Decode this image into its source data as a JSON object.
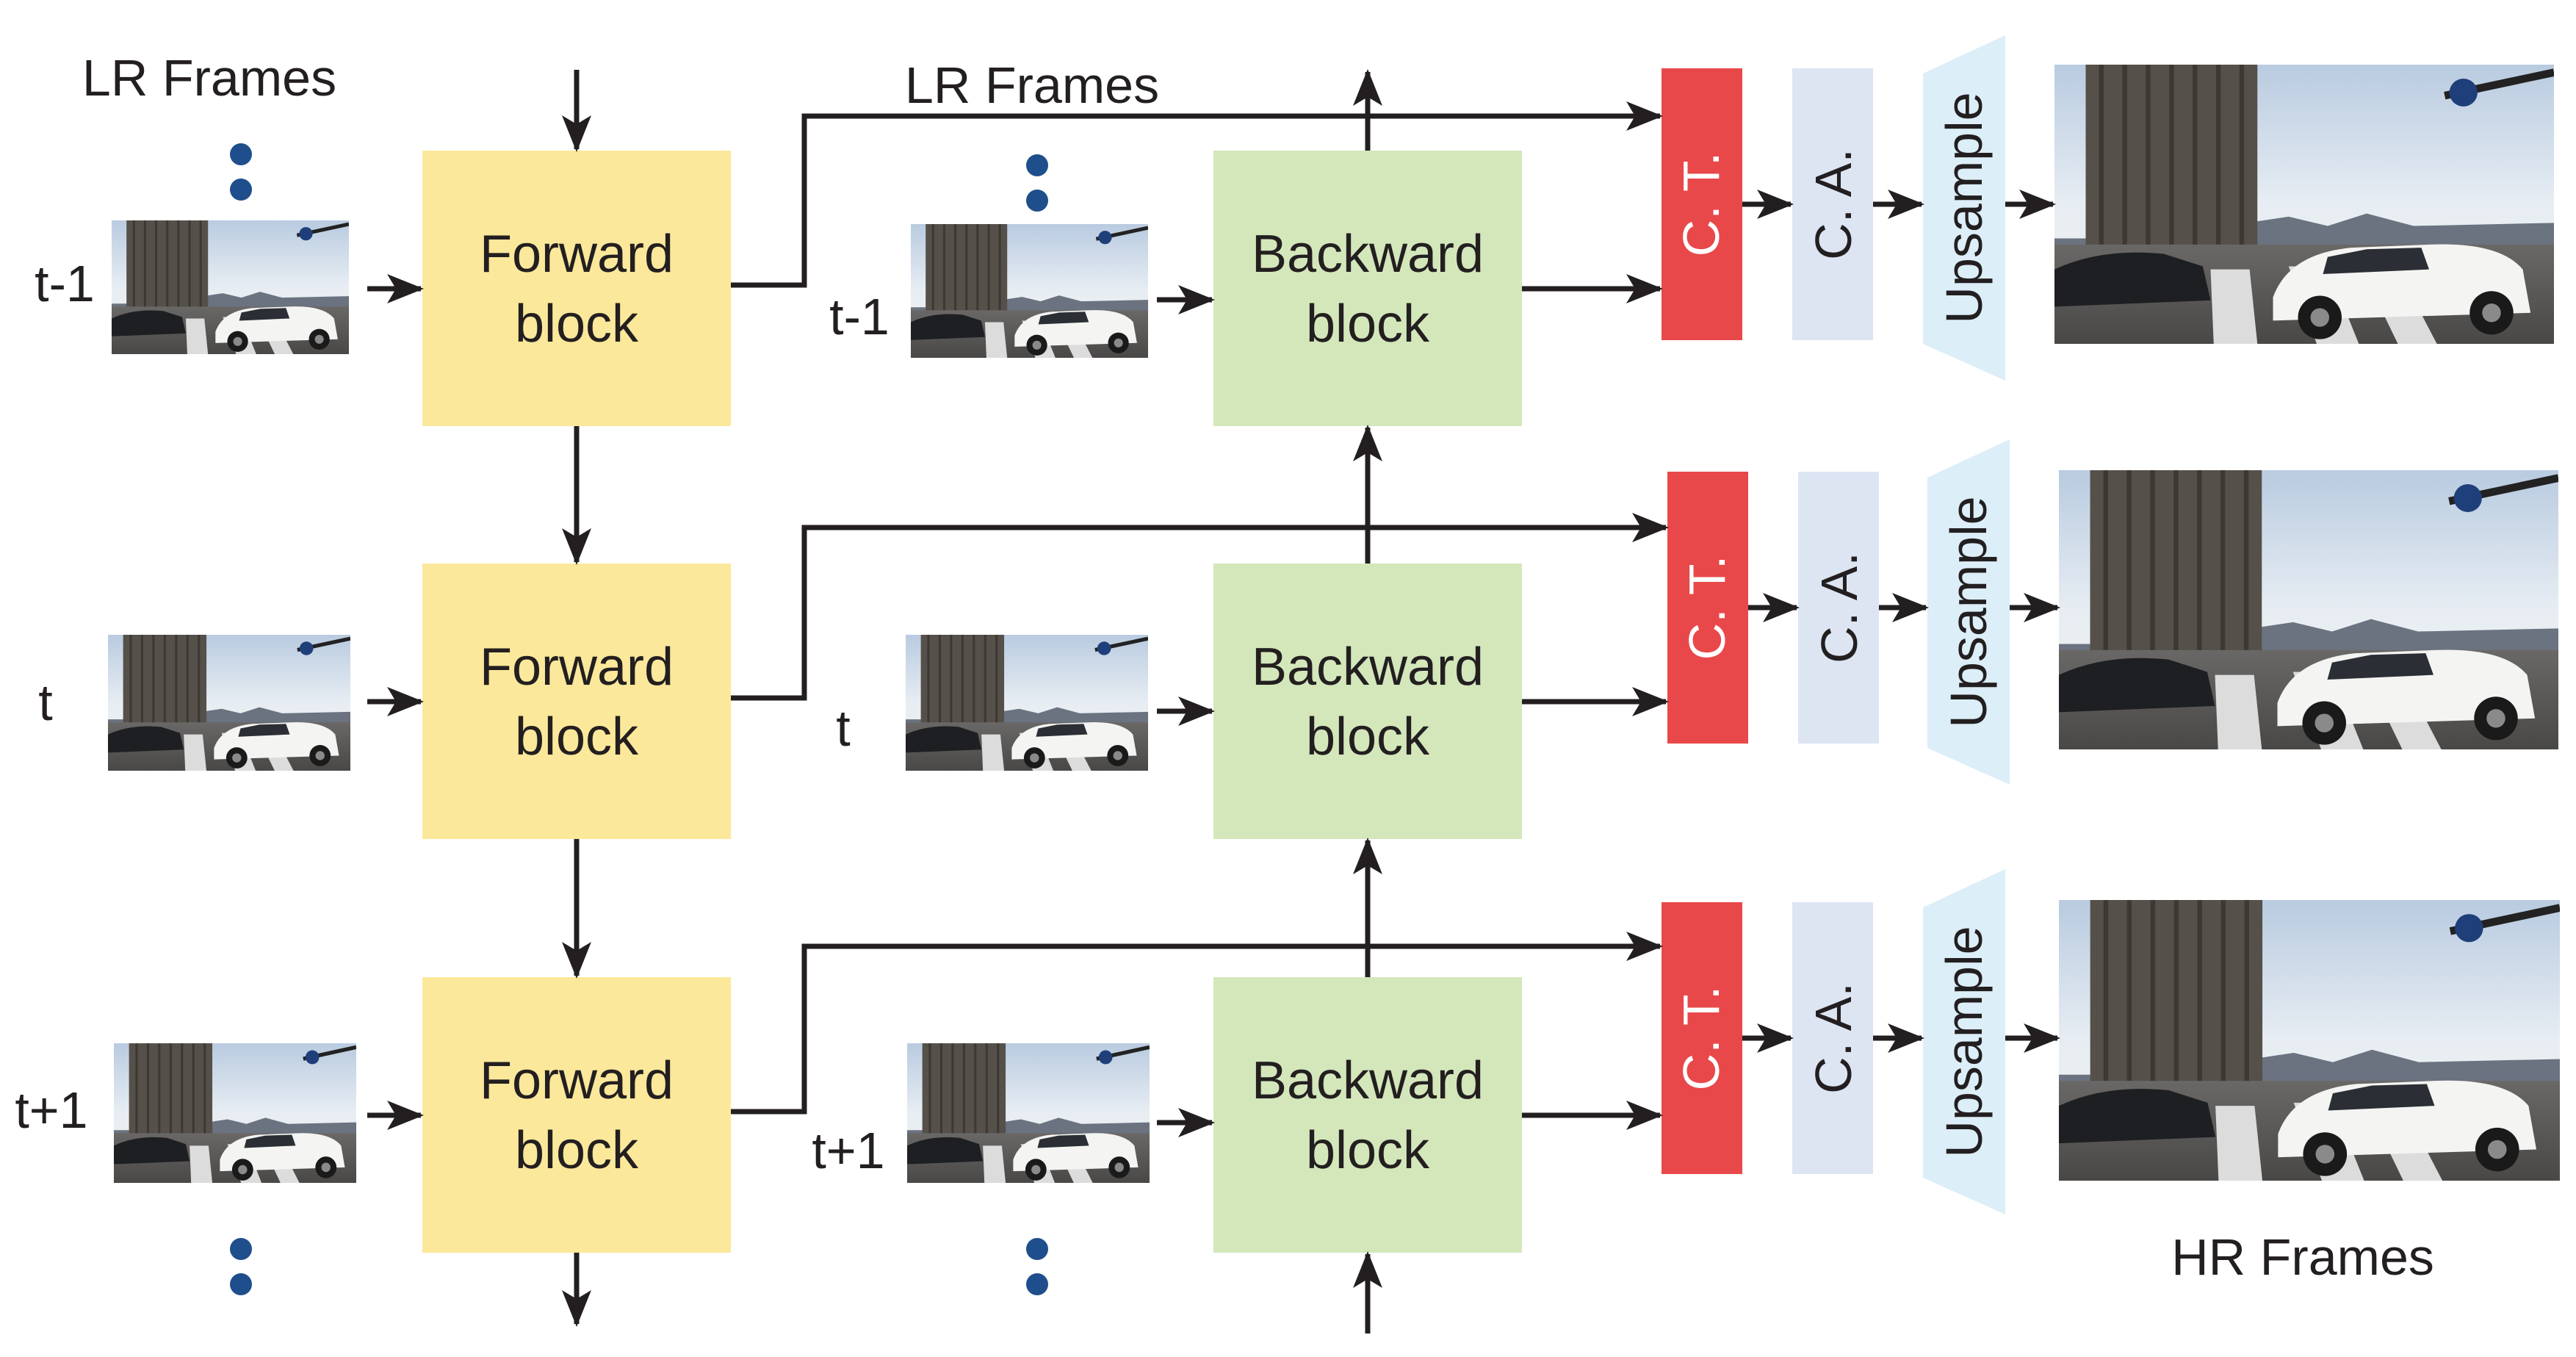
{
  "labels": {
    "lr_frames_left": "LR Frames",
    "lr_frames_mid": "LR Frames",
    "hr_frames": "HR Frames"
  },
  "time_labels": {
    "left": [
      "t-1",
      "t",
      "t+1"
    ],
    "mid": [
      "t-1",
      "t",
      "t+1"
    ]
  },
  "forward_block": [
    "Forward",
    "block"
  ],
  "backward_block": [
    "Backward",
    "block"
  ],
  "heads": {
    "ct": "C. T.",
    "ca": "C. A.",
    "upsample": "Upsample"
  },
  "colors": {
    "forward": "#fbe89b",
    "backward": "#d3e7bb",
    "ct": "#e8484a",
    "ca": "#dde5f3",
    "upsample": "#dceef8",
    "ellipsis_dot": "#1f4e8c",
    "arrow": "#231f20"
  },
  "icons": {
    "lr_frame": "street-car-photo-thumbnail",
    "hr_frame": "street-car-photo-highres"
  }
}
